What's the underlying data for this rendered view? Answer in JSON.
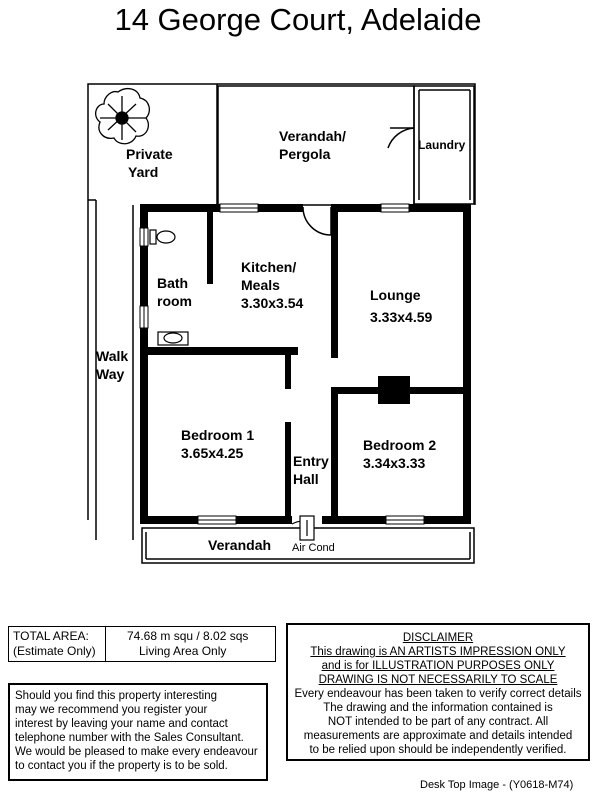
{
  "title": "14 George Court, Adelaide",
  "rooms": {
    "private_yard": [
      "Private",
      "Yard"
    ],
    "verandah_pergola": [
      "Verandah/",
      "Pergola"
    ],
    "laundry": "Laundry",
    "bathroom": [
      "Bath",
      "room"
    ],
    "kitchen": [
      "Kitchen/",
      "Meals",
      "3.30x3.54"
    ],
    "lounge": [
      "Lounge",
      "3.33x4.59"
    ],
    "walkway": [
      "Walk",
      "Way"
    ],
    "bedroom1": [
      "Bedroom 1",
      "3.65x4.25"
    ],
    "entry_hall": [
      "Entry",
      "Hall"
    ],
    "bedroom2": [
      "Bedroom 2",
      "3.34x3.33"
    ],
    "verandah_front": "Verandah",
    "air_cond": "Air Cond"
  },
  "area": {
    "label_line1": "TOTAL AREA:",
    "label_line2": "(Estimate Only)",
    "value_line1": "74.68 m squ /  8.02 sqs",
    "value_line2": "Living Area Only"
  },
  "enquiry": [
    "Should you find this property interesting",
    "may we recommend you register your",
    "interest by leaving your name and contact",
    "telephone number with the Sales Consultant.",
    "We would be pleased to make every endeavour",
    "to contact you if the property is to be sold."
  ],
  "disclaimer": {
    "heading": "DISCLAIMER",
    "underlined": [
      "This drawing is AN ARTISTS IMPRESSION ONLY",
      "and is for ILLUSTRATION PURPOSES ONLY",
      "DRAWING IS NOT NECESSARILY TO SCALE"
    ],
    "body": [
      "Every endeavour has been taken to verify correct details",
      "The drawing and the information contained is",
      "NOT intended to be part of any contract. All",
      "measurements are approximate and details intended",
      "to be relied upon should be independently verified."
    ]
  },
  "footer": "Desk Top Image - (Y0618-M74)"
}
